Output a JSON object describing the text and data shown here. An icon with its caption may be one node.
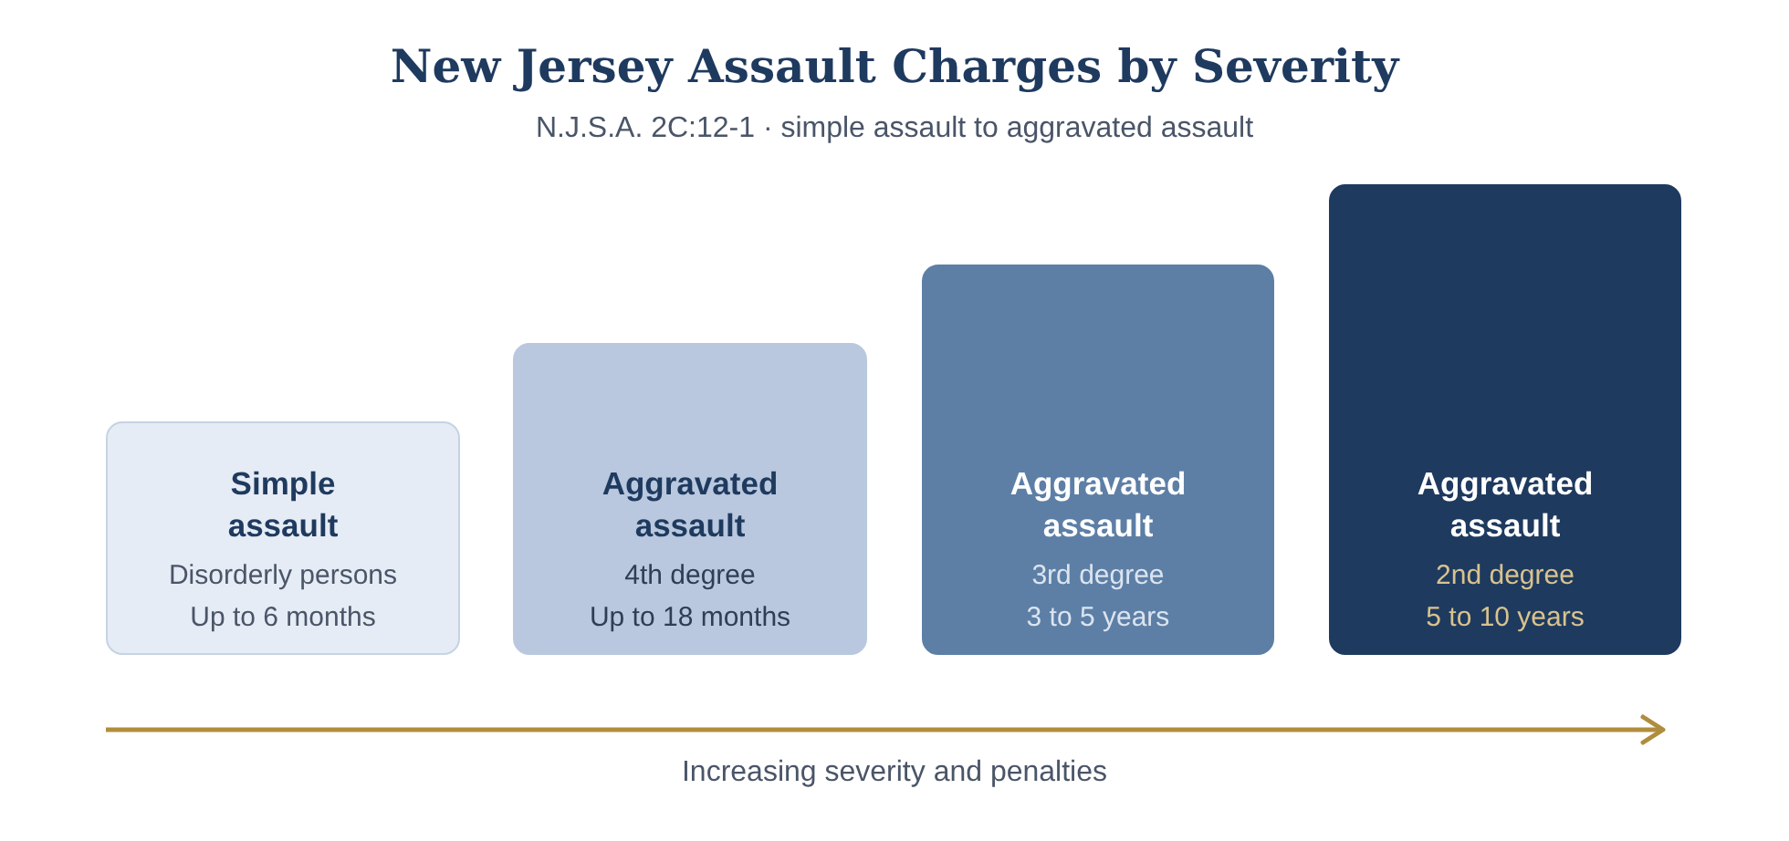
{
  "diagram": {
    "title": "New Jersey Assault Charges by Severity",
    "nodes": [
      {
        "text": [
          "Simple assault",
          "Disorderly persons",
          "Up to 6 months"
        ]
      },
      {
        "text": [
          "Aggravated assault",
          "4th degree",
          "Up to 18 months"
        ]
      },
      {
        "text": [
          "Aggravated assault",
          "3rd degree",
          "3 to 5 years"
        ]
      },
      {
        "text": [
          "Aggravated assault",
          "2nd degree",
          "5 to 10 years"
        ]
      }
    ],
    "labels": [
      "N.J.S.A. 2C:12-1 · simple assault to aggravated assault",
      "Increasing severity and penalties"
    ]
  }
}
